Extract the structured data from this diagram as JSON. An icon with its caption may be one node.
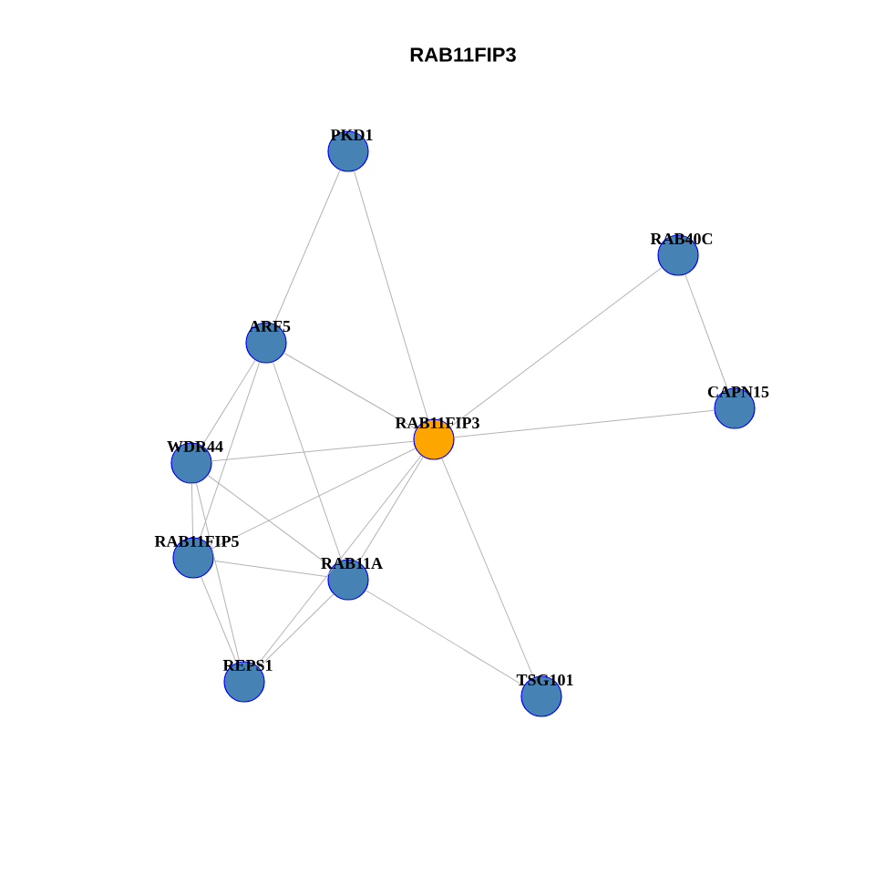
{
  "diagram": {
    "title": "RAB11FIP3",
    "nodes": [
      {
        "text": [
          "PKD1"
        ]
      },
      {
        "text": [
          "RAB40C"
        ]
      },
      {
        "text": [
          "ARF5"
        ]
      },
      {
        "text": [
          "CAPN15"
        ]
      },
      {
        "text": [
          "RAB11FIP3"
        ]
      },
      {
        "text": [
          "WDR44"
        ]
      },
      {
        "text": [
          "RAB11FIP5"
        ]
      },
      {
        "text": [
          "RAB11A"
        ]
      },
      {
        "text": [
          "REPS1"
        ]
      },
      {
        "text": [
          "TSG101"
        ]
      }
    ],
    "edges": [
      {
        "from": 0,
        "to": 2,
        "arrow": "none"
      },
      {
        "from": 0,
        "to": 4,
        "arrow": "none"
      },
      {
        "from": 1,
        "to": 4,
        "arrow": "none"
      },
      {
        "from": 1,
        "to": 3,
        "arrow": "none"
      },
      {
        "from": 3,
        "to": 4,
        "arrow": "none"
      },
      {
        "from": 2,
        "to": 4,
        "arrow": "none"
      },
      {
        "from": 2,
        "to": 5,
        "arrow": "none"
      },
      {
        "from": 2,
        "to": 6,
        "arrow": "none"
      },
      {
        "from": 2,
        "to": 7,
        "arrow": "none"
      },
      {
        "from": 5,
        "to": 4,
        "arrow": "none"
      },
      {
        "from": 5,
        "to": 6,
        "arrow": "none"
      },
      {
        "from": 5,
        "to": 7,
        "arrow": "none"
      },
      {
        "from": 5,
        "to": 8,
        "arrow": "none"
      },
      {
        "from": 6,
        "to": 4,
        "arrow": "none"
      },
      {
        "from": 6,
        "to": 7,
        "arrow": "none"
      },
      {
        "from": 6,
        "to": 8,
        "arrow": "none"
      },
      {
        "from": 7,
        "to": 4,
        "arrow": "none"
      },
      {
        "from": 7,
        "to": 8,
        "arrow": "none"
      },
      {
        "from": 7,
        "to": 9,
        "arrow": "none"
      },
      {
        "from": 8,
        "to": 4,
        "arrow": "none"
      },
      {
        "from": 9,
        "to": 4,
        "arrow": "none"
      }
    ]
  }
}
